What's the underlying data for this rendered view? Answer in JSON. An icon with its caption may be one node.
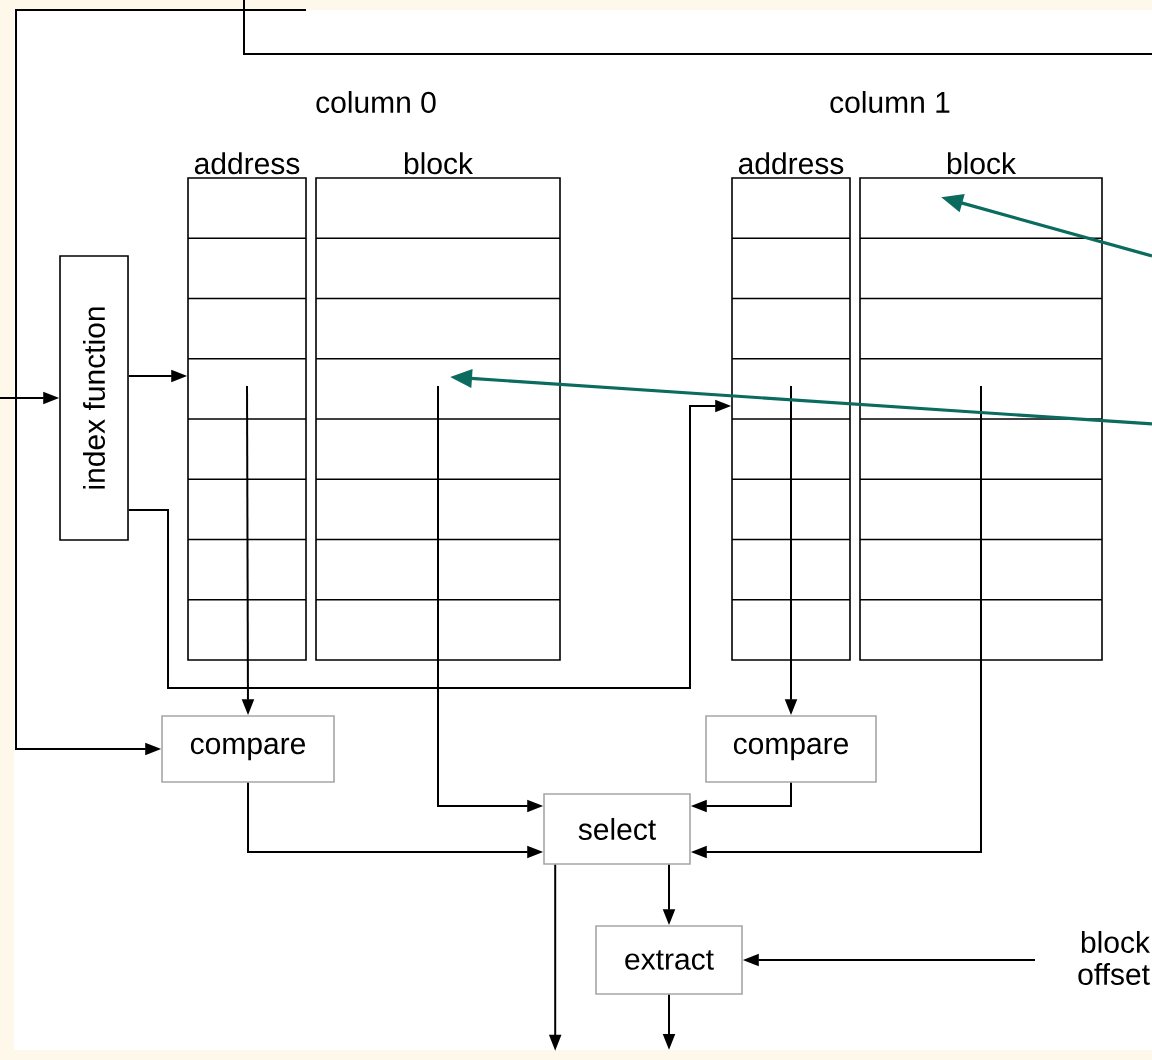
{
  "diagram": {
    "nodes": [
      {
        "text": [
          "index function"
        ]
      },
      {
        "text": [
          "address"
        ]
      },
      {
        "text": [
          "block"
        ]
      },
      {
        "text": [
          "address"
        ]
      },
      {
        "text": [
          "block"
        ]
      },
      {
        "text": [
          "compare"
        ]
      },
      {
        "text": [
          "compare"
        ]
      },
      {
        "text": [
          "select"
        ]
      },
      {
        "text": [
          "extract"
        ]
      },
      {
        "text": [
          "block offset"
        ]
      }
    ],
    "edges": [
      {
        "from": null,
        "to": 0,
        "arrow": "to"
      },
      {
        "from": null,
        "to": 5,
        "arrow": "to"
      },
      {
        "from": 0,
        "to": 1,
        "arrow": "to"
      },
      {
        "from": 0,
        "to": 3,
        "arrow": "to"
      },
      {
        "from": 1,
        "to": 5,
        "arrow": "to"
      },
      {
        "from": 2,
        "to": 7,
        "arrow": "to"
      },
      {
        "from": 3,
        "to": 6,
        "arrow": "to"
      },
      {
        "from": 4,
        "to": 7,
        "arrow": "to"
      },
      {
        "from": 5,
        "to": 7,
        "arrow": "to"
      },
      {
        "from": 6,
        "to": 7,
        "arrow": "to"
      },
      {
        "from": 7,
        "to": null,
        "arrow": "to"
      },
      {
        "from": 7,
        "to": 8,
        "arrow": "to"
      },
      {
        "from": 8,
        "to": null,
        "arrow": "to"
      },
      {
        "from": 9,
        "to": 8,
        "arrow": "to"
      },
      {
        "from": null,
        "to": 4,
        "arrow": "to",
        "color": "#0b6b5e"
      },
      {
        "from": null,
        "to": 2,
        "arrow": "to",
        "color": "#0b6b5e"
      }
    ],
    "labels": [
      "column 0",
      "column 1"
    ]
  }
}
